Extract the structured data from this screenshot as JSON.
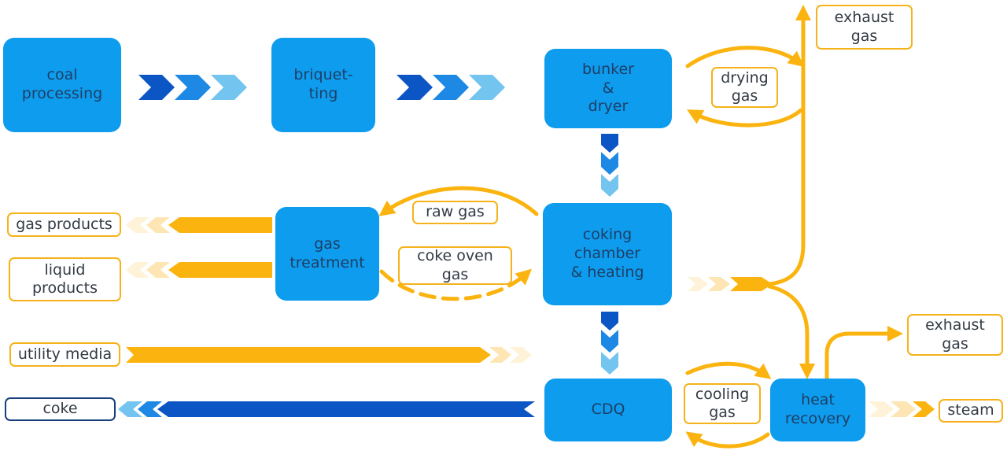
{
  "colors": {
    "box_fill": "#0d9cee",
    "box_text": "#1e3f66",
    "flow_orange": "#fbb40f",
    "flow_orange_light": "#fde6b3",
    "label_border_orange": "#f5b21a",
    "label_border_blue": "#163e7a",
    "chevron_dark": "#0b55c4",
    "chevron_mid": "#1e88e5",
    "chevron_light": "#74c4f0"
  },
  "process_boxes": {
    "coal_processing": "coal\nprocessing",
    "briquetting": "briquet-\nting",
    "bunker_dryer": "bunker\n&\ndryer",
    "coking_chamber": "coking\nchamber\n& heating",
    "gas_treatment": "gas\ntreatment",
    "cdq": "CDQ",
    "heat_recovery": "heat\nrecovery"
  },
  "flow_labels": {
    "exhaust_gas_top": "exhaust\ngas",
    "drying_gas": "drying\ngas",
    "raw_gas": "raw gas",
    "coke_oven_gas": "coke oven\ngas",
    "gas_products": "gas products",
    "liquid_products": "liquid\nproducts",
    "utility_media": "utility media",
    "coke": "coke",
    "exhaust_gas_right": "exhaust\ngas",
    "cooling_gas": "cooling\ngas",
    "steam": "steam"
  }
}
